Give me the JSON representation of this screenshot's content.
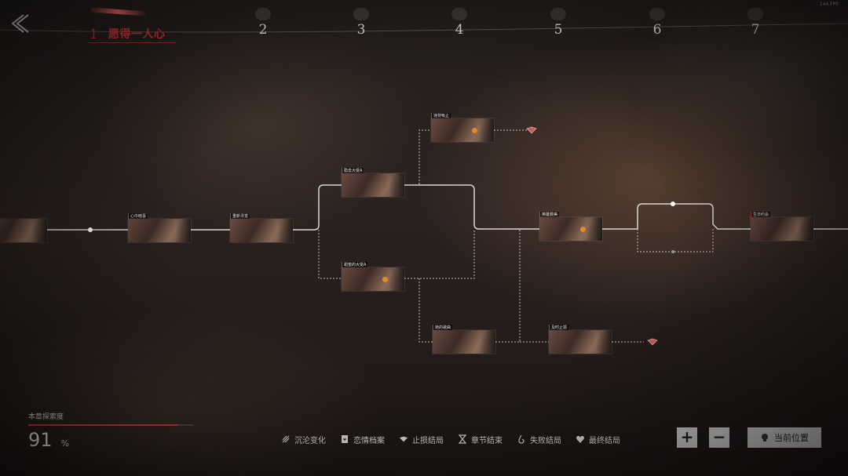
{
  "fps": "144 FPS",
  "chapters": [
    {
      "number": "1",
      "title": "愿得一人心",
      "active": true
    },
    {
      "number": "2"
    },
    {
      "number": "3"
    },
    {
      "number": "4"
    },
    {
      "number": "5"
    },
    {
      "number": "6"
    },
    {
      "number": "7"
    }
  ],
  "nodes": {
    "n1": "心中暗喜",
    "n2": "重新寻觉",
    "n3": "隐去大受A",
    "n4": "甜蜜的大受A",
    "n5": "违背吸止",
    "n6": "英雄救美",
    "n7": "她的歌曲",
    "n8": "及时止损",
    "n9": "生日约会"
  },
  "progress": {
    "label": "本章探索度",
    "value": "91",
    "unit": "%",
    "fraction": 0.91
  },
  "legend": [
    {
      "icon": "sink-icon",
      "label": "沉沦变化"
    },
    {
      "icon": "heart-file-icon",
      "label": "恋情档案"
    },
    {
      "icon": "stop-loss-icon",
      "label": "止损结局"
    },
    {
      "icon": "hourglass-icon",
      "label": "章节结束"
    },
    {
      "icon": "fail-icon",
      "label": "失败结局"
    },
    {
      "icon": "heart-icon",
      "label": "最终结局"
    }
  ],
  "controls": {
    "zoom_in": "+",
    "zoom_out": "−",
    "current_position": "当前位置"
  },
  "colors": {
    "accent": "#c94040",
    "path": "#d8d8d8",
    "node_highlight": "#e38b20"
  }
}
